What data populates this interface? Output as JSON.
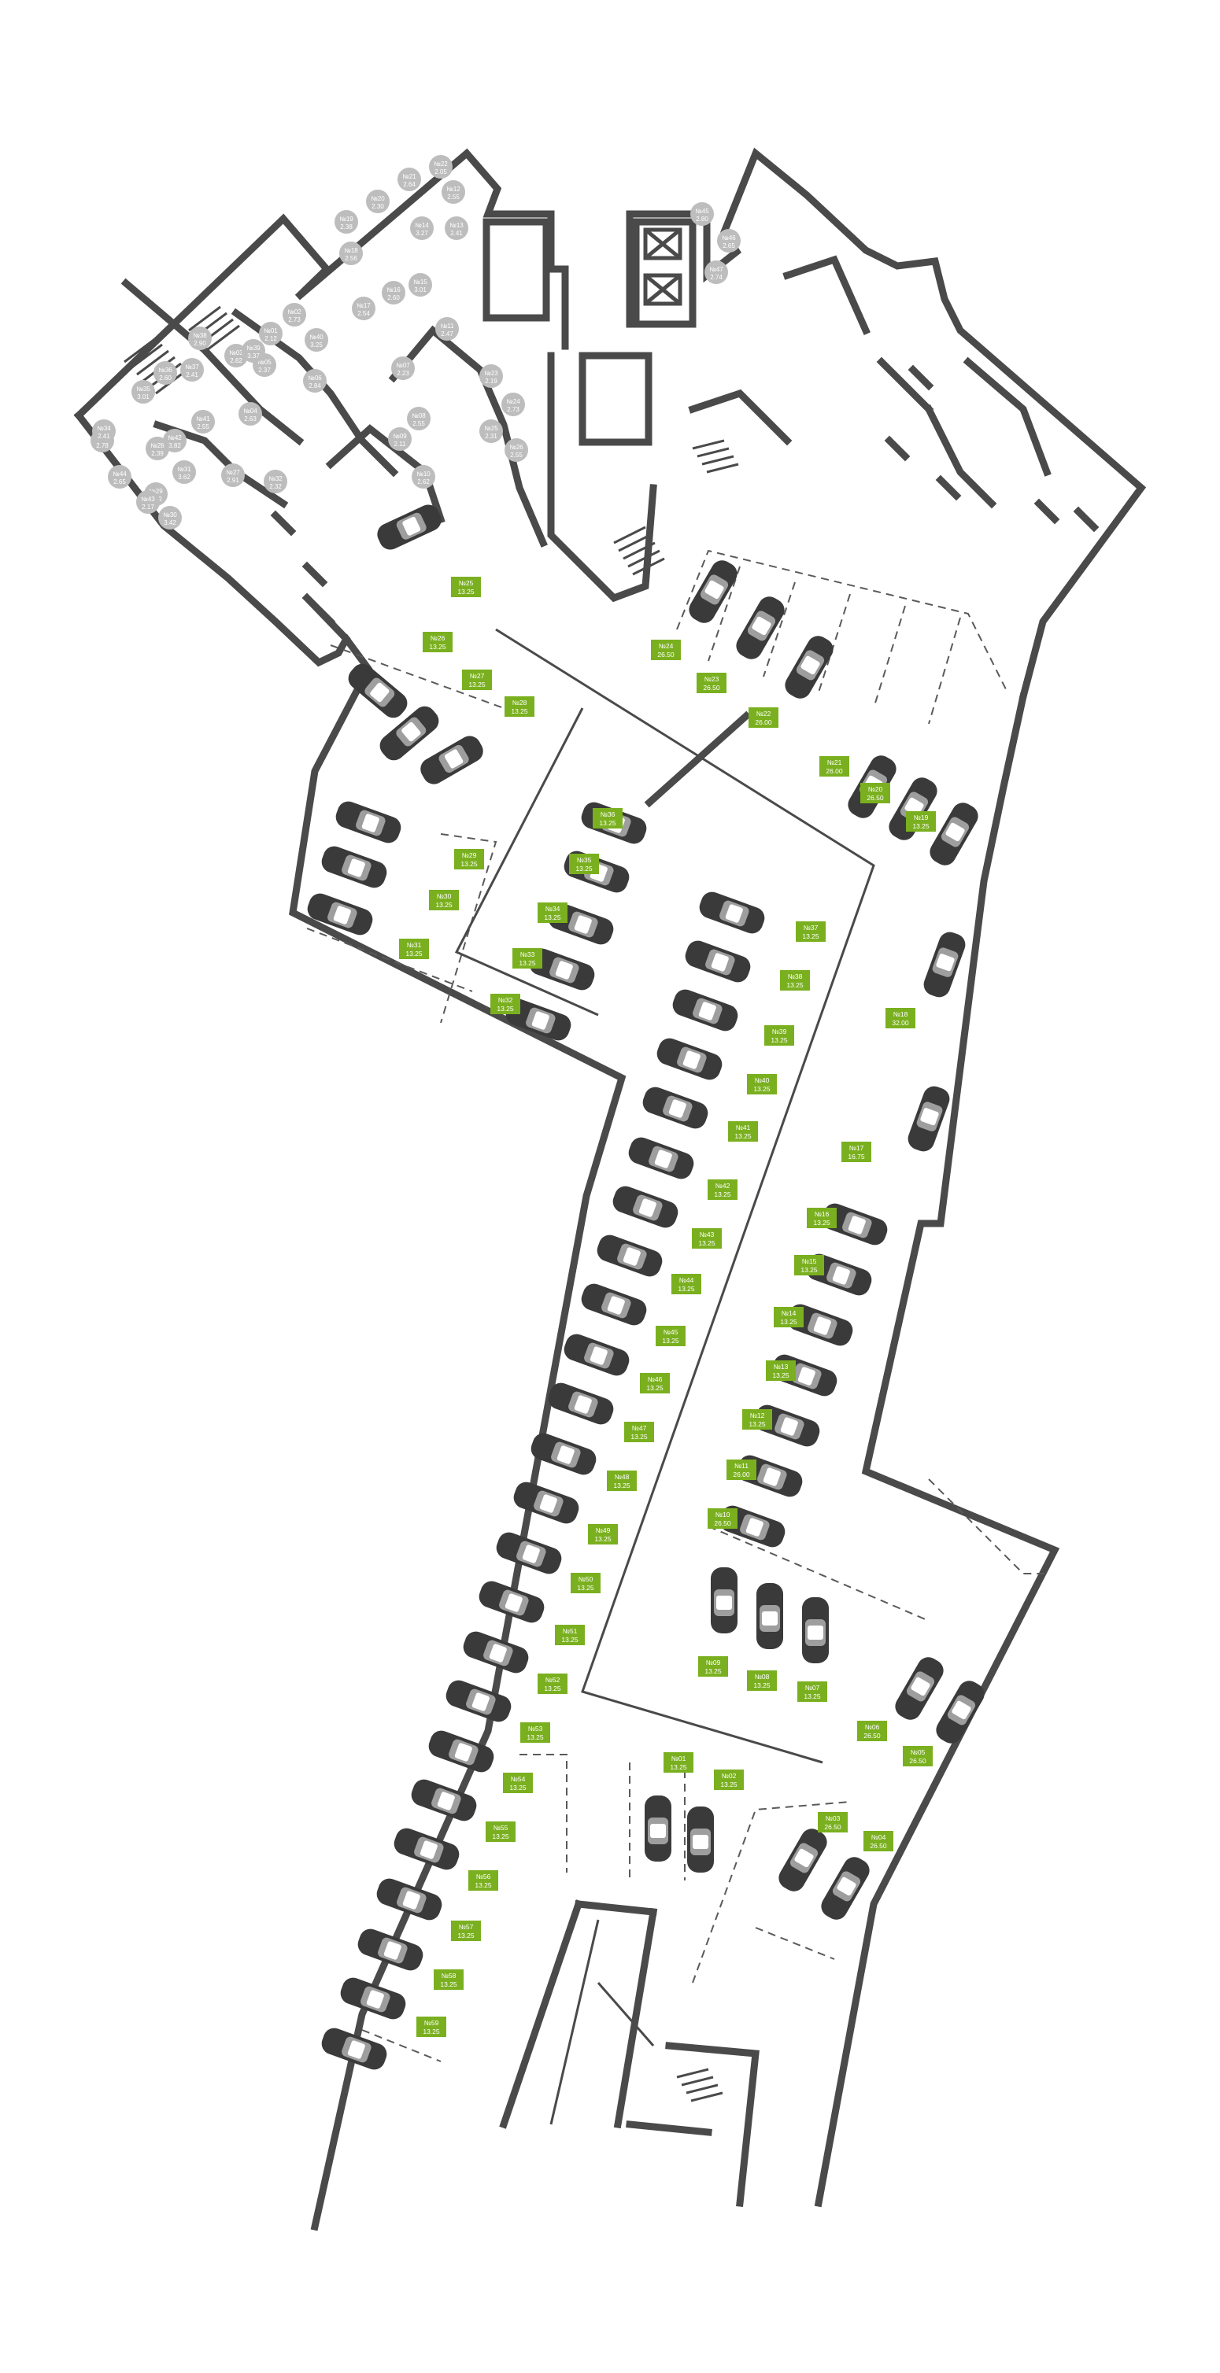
{
  "colors": {
    "wall": "#4a4a4a",
    "tag": "#7ab01f",
    "storage": "#bdbdbd",
    "car": "#3a3a3a"
  },
  "parking_spots": [
    {
      "id": "p01",
      "no": "№01",
      "area": "13.25"
    },
    {
      "id": "p02",
      "no": "№02",
      "area": "13.25"
    },
    {
      "id": "p03",
      "no": "№03",
      "area": "26.50"
    },
    {
      "id": "p04",
      "no": "№04",
      "area": "26.50"
    },
    {
      "id": "p05",
      "no": "№05",
      "area": "26.50"
    },
    {
      "id": "p06",
      "no": "№06",
      "area": "26.50"
    },
    {
      "id": "p07",
      "no": "№07",
      "area": "13.25"
    },
    {
      "id": "p08",
      "no": "№08",
      "area": "13.25"
    },
    {
      "id": "p09",
      "no": "№09",
      "area": "13.25"
    },
    {
      "id": "p10",
      "no": "№10",
      "area": "26.50"
    },
    {
      "id": "p11",
      "no": "№11",
      "area": "26.00"
    },
    {
      "id": "p12",
      "no": "№12",
      "area": "13.25"
    },
    {
      "id": "p13",
      "no": "№13",
      "area": "13.25"
    },
    {
      "id": "p14",
      "no": "№14",
      "area": "13.25"
    },
    {
      "id": "p15",
      "no": "№15",
      "area": "13.25"
    },
    {
      "id": "p16",
      "no": "№16",
      "area": "13.25"
    },
    {
      "id": "p17",
      "no": "№17",
      "area": "16.75"
    },
    {
      "id": "p18",
      "no": "№18",
      "area": "32.00"
    },
    {
      "id": "p19",
      "no": "№19",
      "area": "13.25"
    },
    {
      "id": "p20",
      "no": "№20",
      "area": "26.50"
    },
    {
      "id": "p21",
      "no": "№21",
      "area": "26.00"
    },
    {
      "id": "p22",
      "no": "№22",
      "area": "26.00"
    },
    {
      "id": "p23",
      "no": "№23",
      "area": "26.50"
    },
    {
      "id": "p24",
      "no": "№24",
      "area": "26.50"
    },
    {
      "id": "p25",
      "no": "№25",
      "area": "13.25"
    },
    {
      "id": "p26",
      "no": "№26",
      "area": "13.25"
    },
    {
      "id": "p27",
      "no": "№27",
      "area": "13.25"
    },
    {
      "id": "p28",
      "no": "№28",
      "area": "13.25"
    },
    {
      "id": "p29",
      "no": "№29",
      "area": "13.25"
    },
    {
      "id": "p30",
      "no": "№30",
      "area": "13.25"
    },
    {
      "id": "p31",
      "no": "№31",
      "area": "13.25"
    },
    {
      "id": "p32",
      "no": "№32",
      "area": "13.25"
    },
    {
      "id": "p33",
      "no": "№33",
      "area": "13.25"
    },
    {
      "id": "p34",
      "no": "№34",
      "area": "13.25"
    },
    {
      "id": "p35",
      "no": "№35",
      "area": "13.25"
    },
    {
      "id": "p36",
      "no": "№36",
      "area": "13.25"
    },
    {
      "id": "p37",
      "no": "№37",
      "area": "13.25"
    },
    {
      "id": "p38",
      "no": "№38",
      "area": "13.25"
    },
    {
      "id": "p39",
      "no": "№39",
      "area": "13.25"
    },
    {
      "id": "p40",
      "no": "№40",
      "area": "13.25"
    },
    {
      "id": "p41",
      "no": "№41",
      "area": "13.25"
    },
    {
      "id": "p42",
      "no": "№42",
      "area": "13.25"
    },
    {
      "id": "p43",
      "no": "№43",
      "area": "13.25"
    },
    {
      "id": "p44",
      "no": "№44",
      "area": "13.25"
    },
    {
      "id": "p45",
      "no": "№45",
      "area": "13.25"
    },
    {
      "id": "p46",
      "no": "№46",
      "area": "13.25"
    },
    {
      "id": "p47",
      "no": "№47",
      "area": "13.25"
    },
    {
      "id": "p48",
      "no": "№48",
      "area": "13.25"
    },
    {
      "id": "p49",
      "no": "№49",
      "area": "13.25"
    },
    {
      "id": "p50",
      "no": "№50",
      "area": "13.25"
    },
    {
      "id": "p51",
      "no": "№51",
      "area": "13.25"
    },
    {
      "id": "p52",
      "no": "№52",
      "area": "13.25"
    },
    {
      "id": "p53",
      "no": "№53",
      "area": "13.25"
    },
    {
      "id": "p54",
      "no": "№54",
      "area": "13.25"
    },
    {
      "id": "p55",
      "no": "№55",
      "area": "13.25"
    },
    {
      "id": "p56",
      "no": "№56",
      "area": "13.25"
    },
    {
      "id": "p57",
      "no": "№57",
      "area": "13.25"
    },
    {
      "id": "p58",
      "no": "№58",
      "area": "13.25"
    },
    {
      "id": "p59",
      "no": "№59",
      "area": "13.25"
    }
  ],
  "storage_rooms": [
    {
      "id": "s01",
      "no": "№01",
      "area": "2.12"
    },
    {
      "id": "s02",
      "no": "№02",
      "area": "2.73"
    },
    {
      "id": "s03",
      "no": "№03",
      "area": "2.82"
    },
    {
      "id": "s04",
      "no": "№04",
      "area": "2.63"
    },
    {
      "id": "s05",
      "no": "№05",
      "area": "2.37"
    },
    {
      "id": "s06",
      "no": "№06",
      "area": "2.84"
    },
    {
      "id": "s07",
      "no": "№07",
      "area": "2.23"
    },
    {
      "id": "s08",
      "no": "№08",
      "area": "2.55"
    },
    {
      "id": "s09",
      "no": "№09",
      "area": "2.11"
    },
    {
      "id": "s10",
      "no": "№10",
      "area": "2.62"
    },
    {
      "id": "s11",
      "no": "№11",
      "area": "2.47"
    },
    {
      "id": "s12",
      "no": "№12",
      "area": "2.55"
    },
    {
      "id": "s13",
      "no": "№13",
      "area": "2.41"
    },
    {
      "id": "s14",
      "no": "№14",
      "area": "3.27"
    },
    {
      "id": "s15",
      "no": "№15",
      "area": "3.01"
    },
    {
      "id": "s16",
      "no": "№16",
      "area": "2.60"
    },
    {
      "id": "s17",
      "no": "№17",
      "area": "2.54"
    },
    {
      "id": "s18",
      "no": "№18",
      "area": "2.56"
    },
    {
      "id": "s19",
      "no": "№19",
      "area": "2.38"
    },
    {
      "id": "s20",
      "no": "№20",
      "area": "2.30"
    },
    {
      "id": "s21",
      "no": "№21",
      "area": "2.64"
    },
    {
      "id": "s22",
      "no": "№22",
      "area": "2.05"
    },
    {
      "id": "s23",
      "no": "№23",
      "area": "2.19"
    },
    {
      "id": "s24",
      "no": "№24",
      "area": "2.73"
    },
    {
      "id": "s25",
      "no": "№25",
      "area": "2.31"
    },
    {
      "id": "s26",
      "no": "№26",
      "area": "2.55"
    },
    {
      "id": "s27",
      "no": "№27",
      "area": "2.91"
    },
    {
      "id": "s28",
      "no": "№28",
      "area": "2.39"
    },
    {
      "id": "s29",
      "no": "№29",
      "area": "2.32"
    },
    {
      "id": "s30",
      "no": "№30",
      "area": "3.42"
    },
    {
      "id": "s31",
      "no": "№31",
      "area": "3.62"
    },
    {
      "id": "s32",
      "no": "№32",
      "area": "2.32"
    },
    {
      "id": "s33",
      "no": "№33",
      "area": "2.78"
    },
    {
      "id": "s34",
      "no": "№34",
      "area": "2.41"
    },
    {
      "id": "s35",
      "no": "№35",
      "area": "3.01"
    },
    {
      "id": "s36",
      "no": "№36",
      "area": "2.60"
    },
    {
      "id": "s37",
      "no": "№37",
      "area": "2.41"
    },
    {
      "id": "s38",
      "no": "№38",
      "area": "2.90"
    },
    {
      "id": "s39",
      "no": "№39",
      "area": "3.37"
    },
    {
      "id": "s40",
      "no": "№40",
      "area": "3.25"
    },
    {
      "id": "s41",
      "no": "№41",
      "area": "2.55"
    },
    {
      "id": "s42",
      "no": "№42",
      "area": "3.82"
    },
    {
      "id": "s43",
      "no": "№43",
      "area": "2.17"
    },
    {
      "id": "s44",
      "no": "№44",
      "area": "2.65"
    },
    {
      "id": "s45",
      "no": "№45",
      "area": "2.80"
    },
    {
      "id": "s46",
      "no": "№46",
      "area": "2.65"
    },
    {
      "id": "s47",
      "no": "№47",
      "area": "2.74"
    }
  ]
}
